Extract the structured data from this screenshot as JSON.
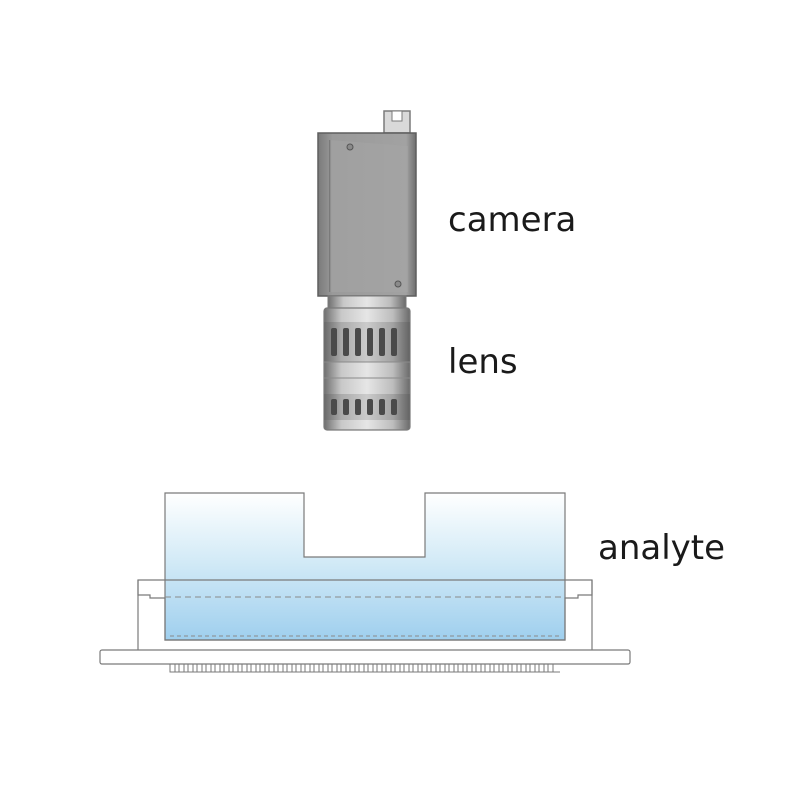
{
  "labels": {
    "camera": "camera",
    "lens": "lens",
    "analyte": "analyte"
  },
  "colors": {
    "camera_body": "#8c8c8c",
    "camera_face": "#9e9e9e",
    "lens_metal": "#b8b8b8",
    "liquid_top": "#ffffff",
    "liquid_bottom": "#a8d4ef",
    "outline": "#7a7a7a"
  },
  "icons": {
    "camera": "camera-icon",
    "lens": "lens-icon",
    "analyte": "analyte-container-icon"
  }
}
